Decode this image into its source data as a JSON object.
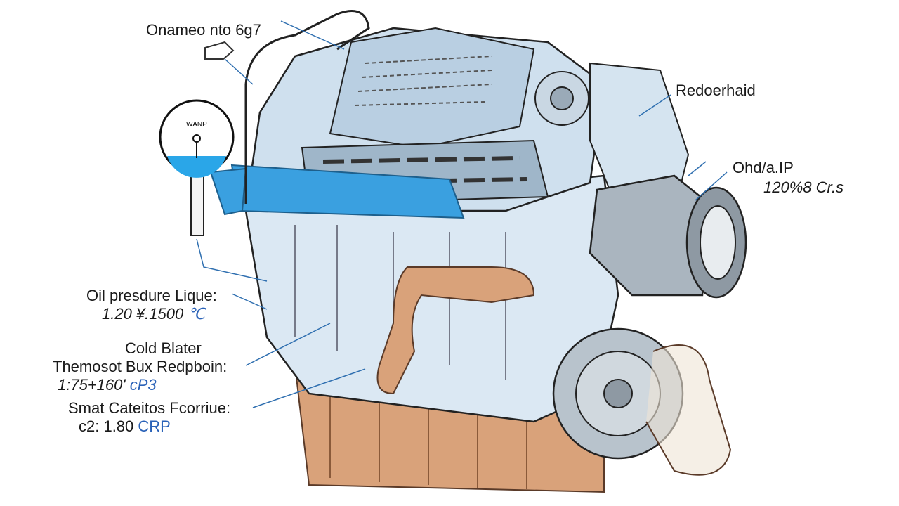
{
  "labels": {
    "top_left": "Onameo nto 6g7",
    "top_right": "Redoerhaid",
    "right_name": "Ohd/a.IP",
    "right_value": "120%8 Cr.s",
    "oil_name": "Oil presdure Lique:",
    "oil_value": "1.20 ¥.1500",
    "oil_unit": "℃",
    "cold_title": "Cold Blater",
    "thermo_name": "Themosot Bux Redpboin:",
    "thermo_value": "1:75+160'",
    "thermo_unit": "cP3",
    "smart_name": "Smat Cateitos Fcorriue:",
    "smart_value": "c2: 1.80",
    "smart_unit": "CRP"
  },
  "gauge": {
    "label": "WANP"
  },
  "colors": {
    "body": "#dbe8f3",
    "accent_blue": "#3aa0e0",
    "pan": "#d9a27a",
    "line": "#2f6fb0"
  }
}
